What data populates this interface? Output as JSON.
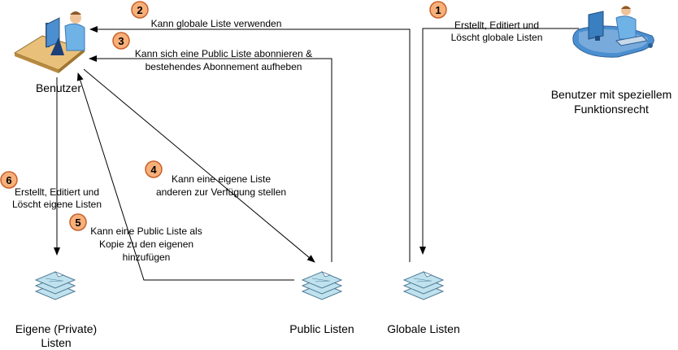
{
  "accent": {
    "badge_fill": "#f7b07a",
    "badge_stroke": "#c8602a",
    "docs_fill": "#bfe2ee",
    "docs_stroke": "#4e7a95"
  },
  "nodes": {
    "benutzer": "Benutzer",
    "special_user_line1": "Benutzer mit speziellem",
    "special_user_line2": "Funktionsrecht",
    "eigene_line1": "Eigene (Private)",
    "eigene_line2": "Listen",
    "public": "Public Listen",
    "global": "Globale Listen"
  },
  "steps": [
    {
      "num": "1",
      "lines": [
        "Erstellt, Editiert und",
        "Löscht globale Listen"
      ]
    },
    {
      "num": "2",
      "lines": [
        "Kann globale Liste verwenden"
      ]
    },
    {
      "num": "3",
      "lines": [
        "Kann sich eine Public Liste abonnieren &",
        "bestehendes Abonnement aufheben"
      ]
    },
    {
      "num": "4",
      "lines": [
        "Kann eine eigene Liste",
        "anderen zur Verfügung stellen"
      ]
    },
    {
      "num": "5",
      "lines": [
        "Kann eine Public Liste als",
        "Kopie zu den eigenen",
        "hinzufügen"
      ]
    },
    {
      "num": "6",
      "lines": [
        "Erstellt, Editiert und",
        "Löscht eigene Listen"
      ]
    }
  ]
}
